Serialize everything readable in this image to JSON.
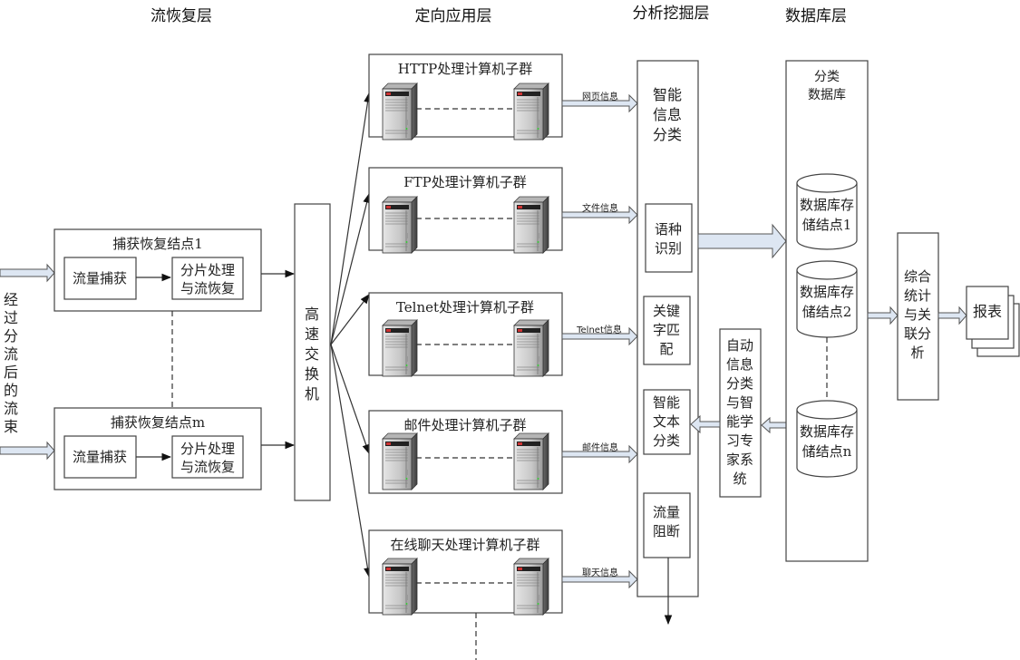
{
  "headers": {
    "flow_restore": "流恢复层",
    "directed_app": "定向应用层",
    "analysis": "分析挖掘层",
    "database": "数据库层"
  },
  "input_label": [
    "经",
    "过",
    "分",
    "流",
    "后",
    "的",
    "流",
    "束"
  ],
  "capture_nodes": [
    {
      "title": "捕获恢复结点1",
      "capture": "流量捕获",
      "process": [
        "分片处理",
        "与流恢复"
      ]
    },
    {
      "title": "捕获恢复结点m",
      "capture": "流量捕获",
      "process": [
        "分片处理",
        "与流恢复"
      ]
    }
  ],
  "switch": {
    "label": [
      "高",
      "速",
      "交",
      "换",
      "机"
    ]
  },
  "clusters": [
    {
      "title": "HTTP处理计算机子群",
      "output": "网页信息"
    },
    {
      "title": "FTP处理计算机子群",
      "output": "文件信息"
    },
    {
      "title": "Telnet处理计算机子群",
      "output": "Telnet信息"
    },
    {
      "title": "邮件处理计算机子群",
      "output": "邮件信息"
    },
    {
      "title": "在线聊天处理计算机子群",
      "output": "聊天信息"
    }
  ],
  "analysis": {
    "title": [
      "智能",
      "信息",
      "分类"
    ],
    "modules": [
      [
        "语种",
        "识别"
      ],
      [
        "关键",
        "字匹",
        "配"
      ],
      [
        "智能",
        "文本",
        "分类"
      ],
      [
        "流量",
        "阻断"
      ]
    ]
  },
  "expert_system": [
    "自动",
    "信息",
    "分类",
    "与智",
    "能学",
    "习专",
    "家系",
    "统"
  ],
  "database": {
    "title": [
      "分类",
      "数据库"
    ],
    "nodes": [
      [
        "数据库存",
        "储结点1"
      ],
      [
        "数据库存",
        "储结点2"
      ],
      [
        "数据库存",
        "储结点n"
      ]
    ]
  },
  "stats": [
    "综合",
    "统计",
    "与关",
    "联分",
    "析"
  ],
  "report": "报表"
}
